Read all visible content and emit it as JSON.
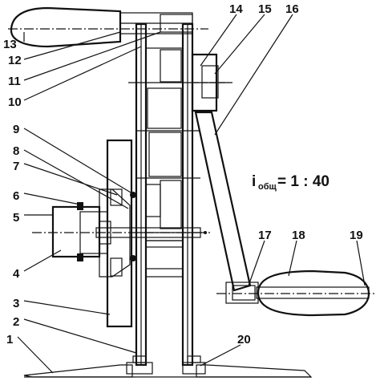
{
  "labels": {
    "p1": "1",
    "p2": "2",
    "p3": "3",
    "p4": "4",
    "p5": "5",
    "p6": "6",
    "p7": "7",
    "p8": "8",
    "p9": "9",
    "p10": "10",
    "p11": "11",
    "p12": "12",
    "p13": "13",
    "p14": "14",
    "p15": "15",
    "p16": "16",
    "p17": "17",
    "p18": "18",
    "p19": "19",
    "p20": "20"
  },
  "ratio": {
    "symbol": "i",
    "subscript": "общ",
    "value": "= 1 : 40"
  }
}
